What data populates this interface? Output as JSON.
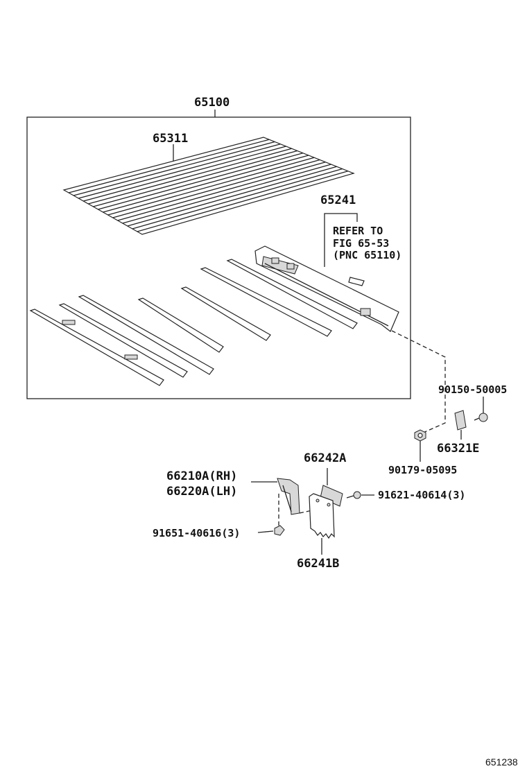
{
  "labels": {
    "assy": "65100",
    "floor_panel": "65311",
    "side_sill": "65241",
    "refer_1": "REFER TO",
    "refer_2": "FIG 65-53",
    "refer_3": "(PNC 65110)",
    "bolt_a": "90150-50005",
    "bracket_e": "66321E",
    "nut_a": "90179-05095",
    "plate_a": "66242A",
    "hinge_rh": "66210A(RH)",
    "hinge_lh": "66220A(LH)",
    "bolt_b": "91621-40614(3)",
    "bolt_c": "91651-40616(3)",
    "flap_b": "66241B",
    "figure_id": "651238"
  }
}
